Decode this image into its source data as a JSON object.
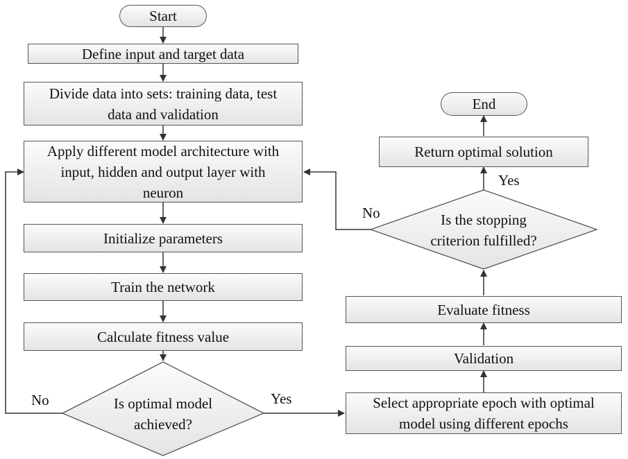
{
  "nodes": {
    "start": "Start",
    "define_input": "Define input and target data",
    "divide_data": [
      "Divide data into sets: training data, test",
      "data and validation"
    ],
    "apply_architecture": [
      "Apply different model architecture with",
      "input, hidden and output layer with",
      "neuron"
    ],
    "initialize": "Initialize parameters",
    "train": "Train the network",
    "calculate_fitness": "Calculate fitness value",
    "optimal_decision": [
      "Is optimal model",
      "achieved?"
    ],
    "select_epoch": [
      "Select appropriate epoch with optimal",
      "model using different epochs"
    ],
    "validation": "Validation",
    "evaluate_fitness": "Evaluate fitness",
    "stopping_decision": [
      "Is the stopping",
      "criterion fulfilled?"
    ],
    "return_solution": "Return optimal solution",
    "end": "End"
  },
  "edges": {
    "optimal_no": "No",
    "optimal_yes": "Yes",
    "stopping_no": "No",
    "stopping_yes": "Yes"
  },
  "colors": {
    "box_fill_top": "#fbfbfb",
    "box_fill_bottom": "#e4e4e4",
    "stroke": "#555555",
    "arrow": "#333333"
  }
}
